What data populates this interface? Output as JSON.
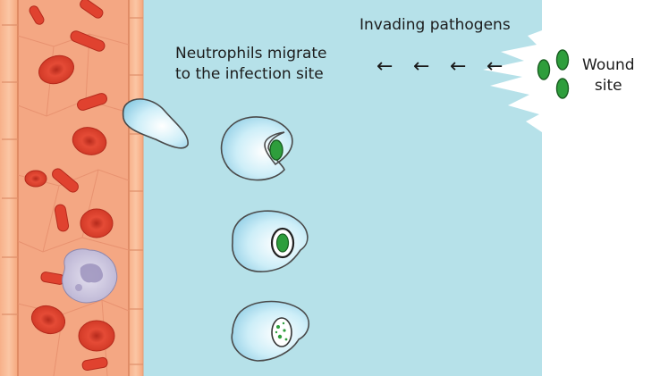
{
  "labels": {
    "pathogens": "Invading pathogens",
    "migrate_line1": "Neutrophils migrate",
    "migrate_line2": "to the infection site",
    "wound_line1": "Wound",
    "wound_line2": "site"
  },
  "arrows": {
    "glyph": "←",
    "count": 4
  },
  "colors": {
    "tissue": "#b6e1e9",
    "vessel_wall": "#f5a97e",
    "vessel_lumen": "#f4a783",
    "red_blood_cell": "#e0422f",
    "red_blood_cell_dark": "#b52a1c",
    "neutrophil_fill": "#cdeef8",
    "neutrophil_outline": "#4a4a4a",
    "pathogen": "#2e9e3c",
    "lymphocyte": "#c9c3dd"
  }
}
